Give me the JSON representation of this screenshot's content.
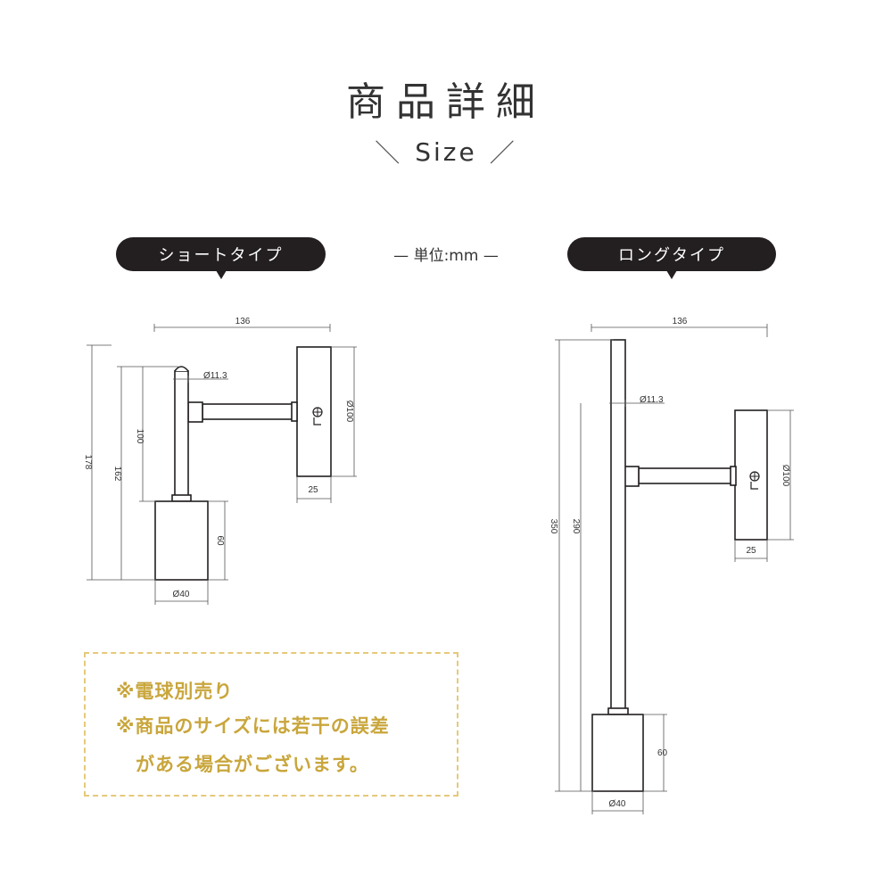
{
  "header": {
    "title": "商品詳細",
    "subtitle": "Size"
  },
  "unit_label": "— 単位:mm —",
  "short_type": {
    "label": "ショートタイプ",
    "dims": {
      "width": "136",
      "pipe_diameter": "Ø11.3",
      "arm_height": "100",
      "total_height": "178",
      "inner_height": "162",
      "base_diameter": "Ø100",
      "base_depth": "25",
      "socket_height": "60",
      "socket_diameter": "Ø40"
    }
  },
  "long_type": {
    "label": "ロングタイプ",
    "dims": {
      "width": "136",
      "pipe_diameter": "Ø11.3",
      "total_height": "350",
      "inner_height": "290",
      "base_diameter": "Ø100",
      "base_depth": "25",
      "socket_height": "60",
      "socket_diameter": "Ø40"
    }
  },
  "notes": {
    "line1": "※電球別売り",
    "line2": "※商品のサイズには若干の誤差",
    "line3": "　がある場合がございます。"
  },
  "colors": {
    "label_bg": "#231f20",
    "note_text": "#c9a63c",
    "note_border": "#e5c97a"
  }
}
